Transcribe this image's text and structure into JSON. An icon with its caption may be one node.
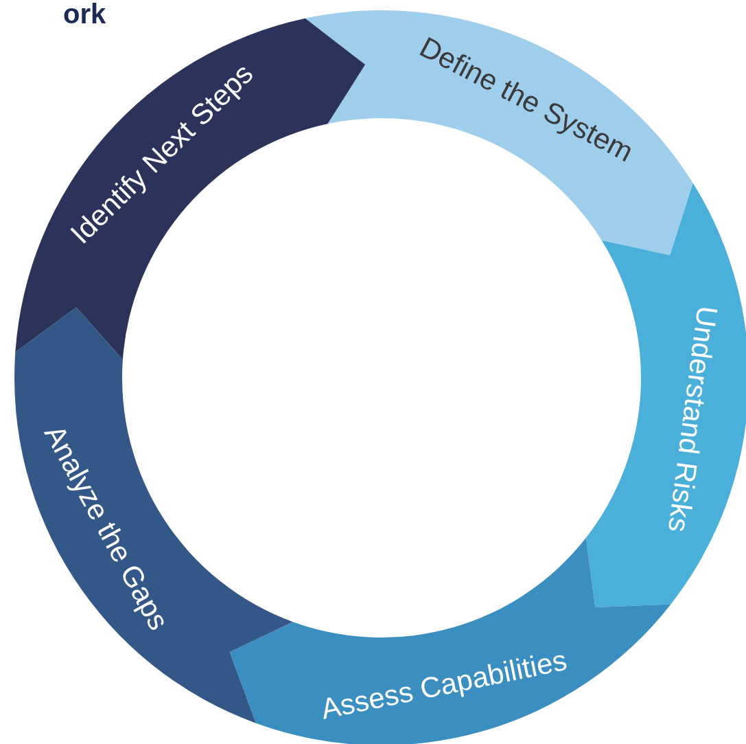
{
  "diagram": {
    "nodes": [
      {
        "text": [
          "Define the System"
        ]
      },
      {
        "text": [
          "Understand Risks"
        ]
      },
      {
        "text": [
          "Assess Capabilities"
        ]
      },
      {
        "text": [
          "Analyze the Gaps"
        ]
      },
      {
        "text": [
          "Identify Next Steps"
        ]
      }
    ],
    "labels": [
      "ork"
    ]
  }
}
